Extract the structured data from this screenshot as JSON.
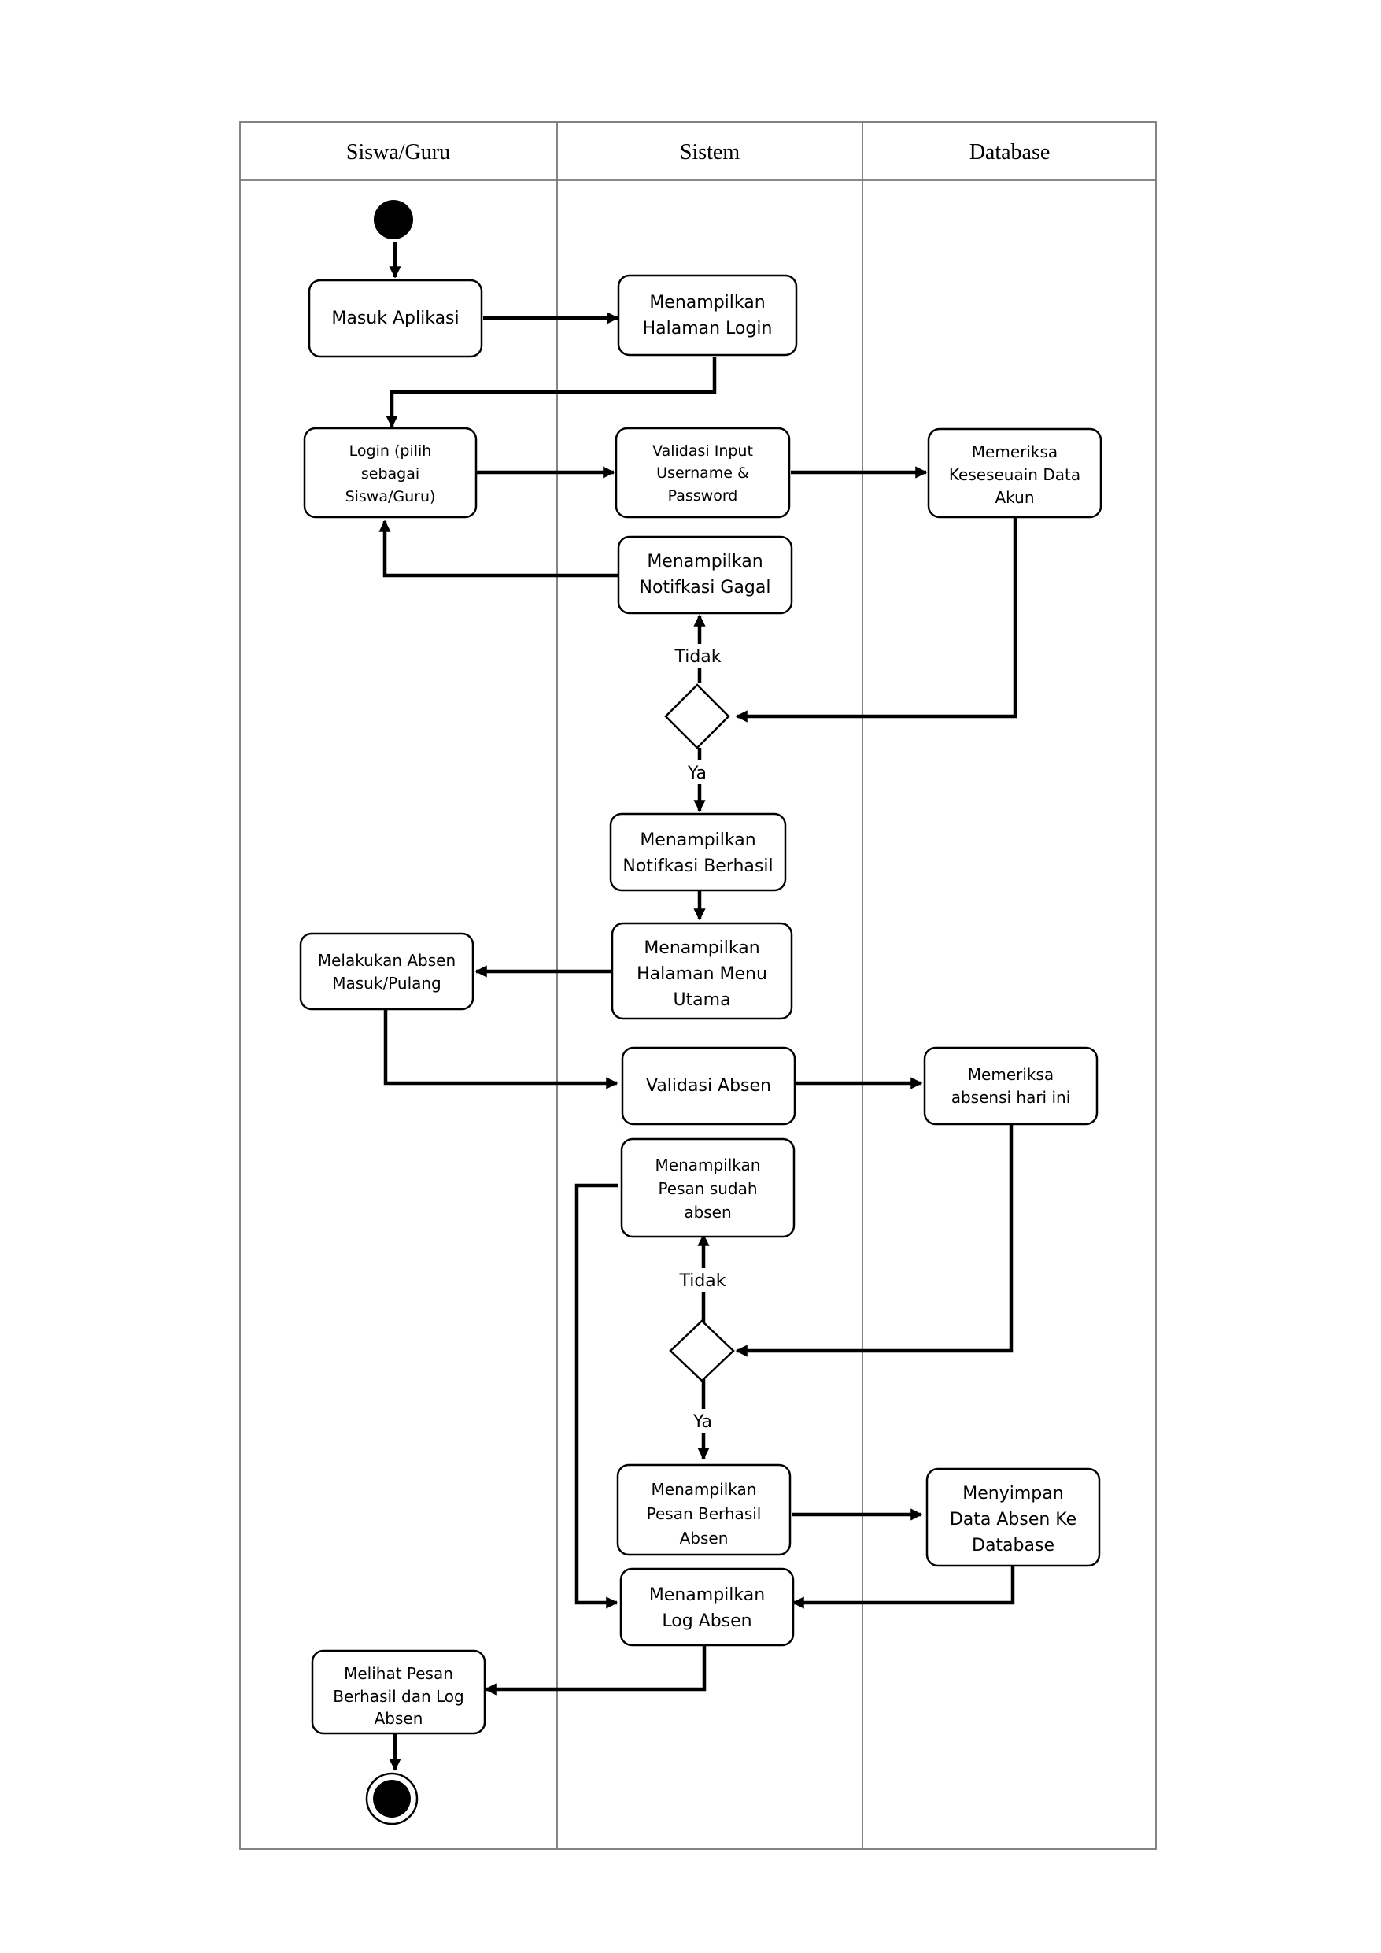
{
  "lanes": [
    {
      "id": "lane-siswa-guru",
      "title": "Siswa/Guru"
    },
    {
      "id": "lane-sistem",
      "title": "Sistem"
    },
    {
      "id": "lane-database",
      "title": "Database"
    }
  ],
  "nodes": {
    "masuk_aplikasi": {
      "lines": [
        "Masuk Aplikasi"
      ]
    },
    "tampil_login": {
      "lines": [
        "Menampilkan",
        "Halaman Login"
      ]
    },
    "login": {
      "lines": [
        "Login (pilih",
        "sebagai",
        "Siswa/Guru)"
      ]
    },
    "validasi_input": {
      "lines": [
        "Validasi Input",
        "Username &",
        "Password"
      ]
    },
    "periksa_akun": {
      "lines": [
        "Memeriksa",
        "Keseseuain Data",
        "Akun"
      ]
    },
    "notif_gagal": {
      "lines": [
        "Menampilkan",
        "Notifkasi Gagal"
      ]
    },
    "notif_berhasil": {
      "lines": [
        "Menampilkan",
        "Notifkasi Berhasil"
      ]
    },
    "menu_utama": {
      "lines": [
        "Menampilkan",
        "Halaman Menu",
        "Utama"
      ]
    },
    "absen": {
      "lines": [
        "Melakukan Absen",
        "Masuk/Pulang"
      ]
    },
    "validasi_absen": {
      "lines": [
        "Validasi Absen"
      ]
    },
    "periksa_absensi": {
      "lines": [
        "Memeriksa",
        "absensi hari ini"
      ]
    },
    "pesan_sudah": {
      "lines": [
        "Menampilkan",
        "Pesan sudah",
        "absen"
      ]
    },
    "pesan_berhasil": {
      "lines": [
        "Menampilkan",
        "Pesan Berhasil",
        "Absen"
      ]
    },
    "simpan_absen": {
      "lines": [
        "Menyimpan",
        "Data Absen Ke",
        "Database"
      ]
    },
    "log_absen": {
      "lines": [
        "Menampilkan",
        "Log Absen"
      ]
    },
    "lihat_pesan": {
      "lines": [
        "Melihat Pesan",
        "Berhasil dan Log",
        "Absen"
      ]
    }
  },
  "guards": {
    "decision1_no": "Tidak",
    "decision1_yes": "Ya",
    "decision2_no": "Tidak",
    "decision2_yes": "Ya"
  }
}
